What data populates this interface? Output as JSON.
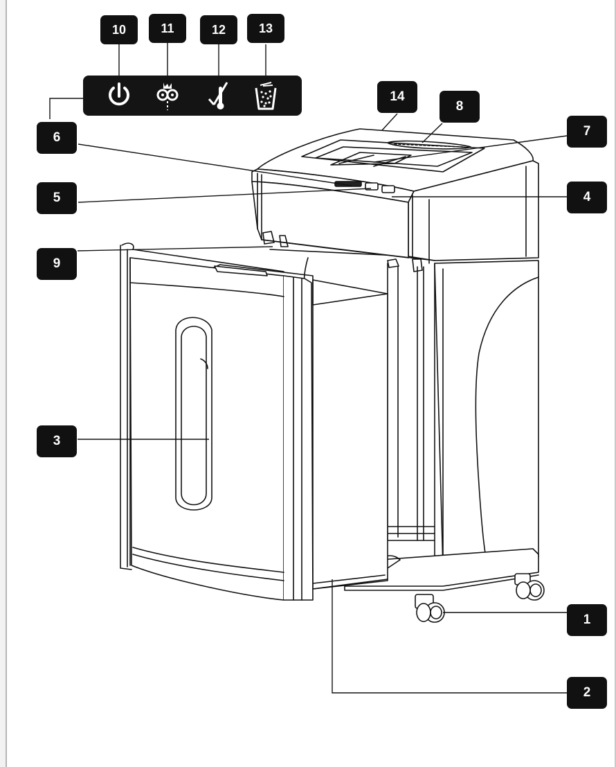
{
  "diagram": {
    "subject": "paper shredder",
    "callouts": [
      {
        "id": "c10",
        "label": "10"
      },
      {
        "id": "c11",
        "label": "11"
      },
      {
        "id": "c12",
        "label": "12"
      },
      {
        "id": "c13",
        "label": "13"
      },
      {
        "id": "c14",
        "label": "14"
      },
      {
        "id": "c8",
        "label": "8"
      },
      {
        "id": "c7",
        "label": "7"
      },
      {
        "id": "c6",
        "label": "6"
      },
      {
        "id": "c5",
        "label": "5"
      },
      {
        "id": "c4",
        "label": "4"
      },
      {
        "id": "c9",
        "label": "9"
      },
      {
        "id": "c3",
        "label": "3"
      },
      {
        "id": "c1",
        "label": "1"
      },
      {
        "id": "c2",
        "label": "2"
      }
    ],
    "panel_icons": [
      "power-icon",
      "paper-jam-icon",
      "overheat-icon",
      "bin-full-icon"
    ],
    "colors": {
      "callout_bg": "#111111",
      "callout_text": "#ffffff",
      "line": "#111111"
    }
  }
}
